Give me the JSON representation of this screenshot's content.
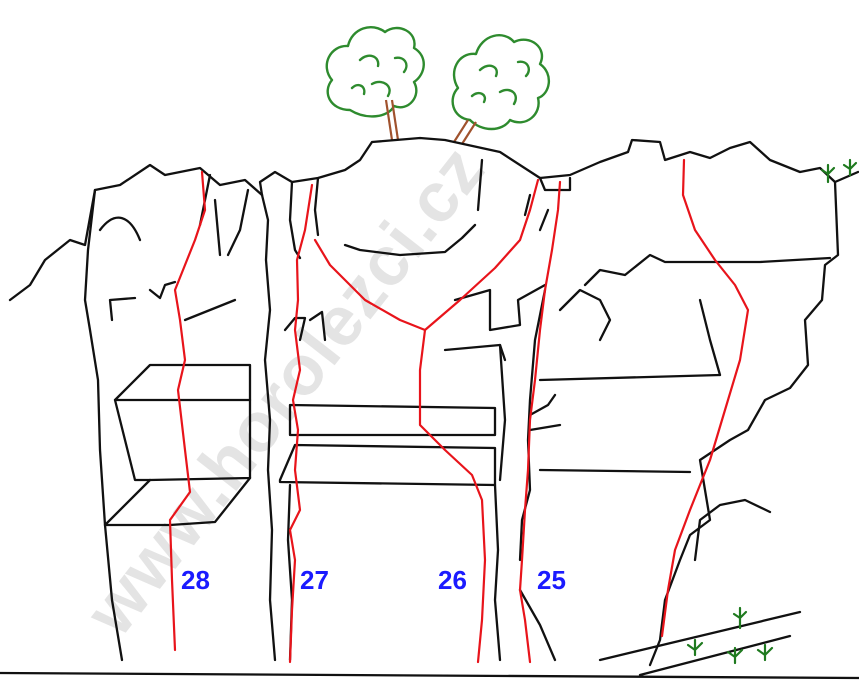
{
  "watermark": "www.horolezci.cz",
  "routes": [
    {
      "id": "route-28",
      "number": "28"
    },
    {
      "id": "route-27",
      "number": "27"
    },
    {
      "id": "route-26",
      "number": "26"
    },
    {
      "id": "route-25",
      "number": "25"
    }
  ],
  "colors": {
    "route_line": "#e8141b",
    "route_number": "#1b1bff",
    "rock_outline": "#111111",
    "tree": "#2e8b2e",
    "watermark": "#cfcfcf"
  }
}
